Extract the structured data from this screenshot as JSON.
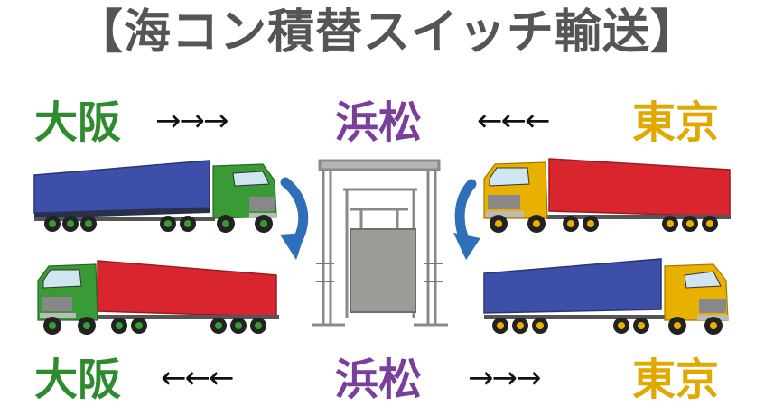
{
  "title": "【海コン積替スイッチ輸送】",
  "top_row": {
    "left_city": "大阪",
    "left_arrows": "→→→",
    "center_city": "浜松",
    "right_arrows": "←←←",
    "right_city": "東京"
  },
  "bottom_row": {
    "left_city": "大阪",
    "left_arrows": "←←←",
    "center_city": "浜松",
    "right_arrows": "→→→",
    "right_city": "東京"
  },
  "colors": {
    "osaka": "#2e8b2e",
    "hamamatsu": "#7a3f9a",
    "tokyo": "#e0a800",
    "green_cab": "#3a9a35",
    "yellow_cab": "#e8b100",
    "blue_container": "#3d4fa8",
    "red_container": "#d9262e",
    "curve_arrow": "#2d6fb8"
  },
  "icons": [
    "green-truck-blue-container-icon",
    "green-truck-red-container-icon",
    "yellow-truck-red-container-icon",
    "yellow-truck-blue-container-icon",
    "gantry-crane-icon",
    "curved-down-arrow-icon"
  ]
}
